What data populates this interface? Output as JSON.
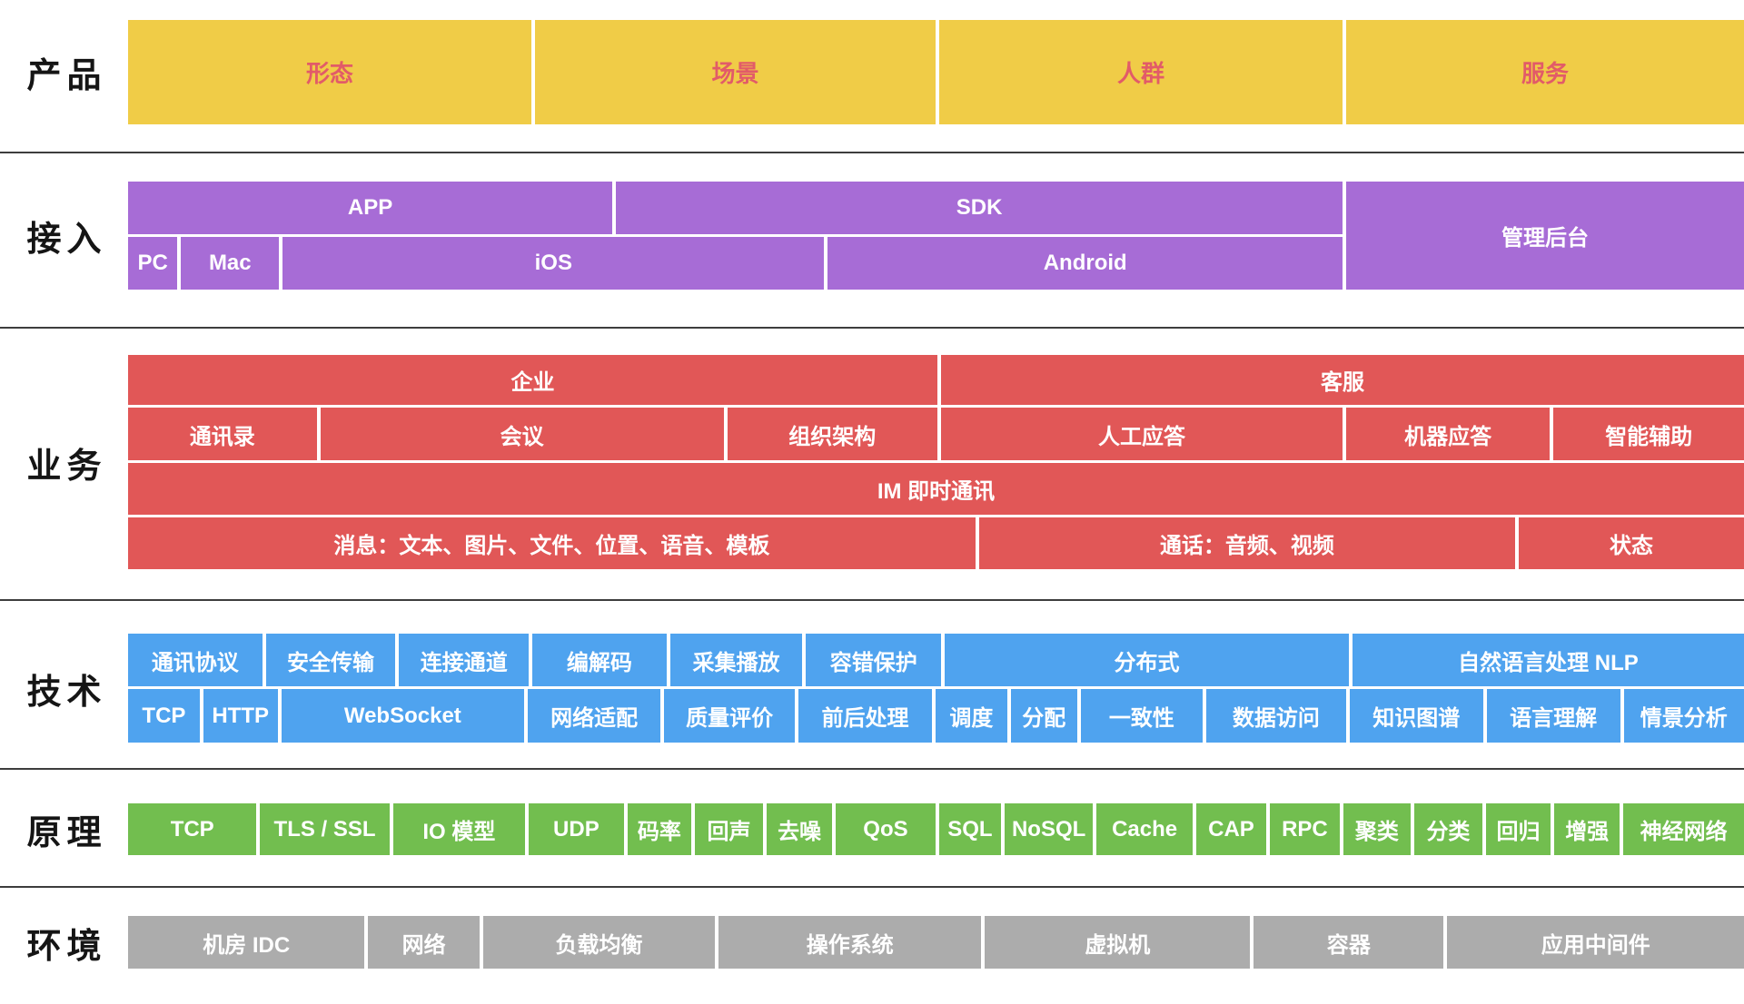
{
  "section_labels": {
    "product": "产品",
    "access": "接入",
    "business": "业务",
    "technology": "技术",
    "principle": "原理",
    "environment": "环境"
  },
  "product": {
    "cells": [
      "形态",
      "场景",
      "人群",
      "服务"
    ]
  },
  "access": {
    "app": "APP",
    "sdk": "SDK",
    "admin": "管理后台",
    "pc": "PC",
    "mac": "Mac",
    "ios": "iOS",
    "android": "Android"
  },
  "business": {
    "row1": [
      "企业",
      "客服"
    ],
    "row2": [
      "通讯录",
      "会议",
      "组织架构",
      "人工应答",
      "机器应答",
      "智能辅助"
    ],
    "im": "IM 即时通讯",
    "row4": [
      "消息：文本、图片、文件、位置、语音、模板",
      "通话：音频、视频",
      "状态"
    ]
  },
  "technology": {
    "row1": [
      "通讯协议",
      "安全传输",
      "连接通道",
      "编解码",
      "采集播放",
      "容错保护",
      "分布式",
      "自然语言处理 NLP"
    ],
    "row2": [
      "TCP",
      "HTTP",
      "WebSocket",
      "网络适配",
      "质量评价",
      "前后处理",
      "调度",
      "分配",
      "一致性",
      "数据访问",
      "知识图谱",
      "语言理解",
      "情景分析"
    ]
  },
  "principle": {
    "cells": [
      "TCP",
      "TLS / SSL",
      "IO 模型",
      "UDP",
      "码率",
      "回声",
      "去噪",
      "QoS",
      "SQL",
      "NoSQL",
      "Cache",
      "CAP",
      "RPC",
      "聚类",
      "分类",
      "回归",
      "增强",
      "神经网络"
    ]
  },
  "environment": {
    "cells": [
      "机房 IDC",
      "网络",
      "负载均衡",
      "操作系统",
      "虚拟机",
      "容器",
      "应用中间件"
    ]
  },
  "colors": {
    "product_fill": "#F0CC47",
    "product_text": "#E25B68",
    "access_fill": "#A76CD6",
    "business_fill": "#E15757",
    "technology_fill": "#4FA3EF",
    "principle_fill": "#72BE4F",
    "environment_fill": "#ACACAC",
    "separator": "#3D3D3D",
    "cell_text": "#FFFFFF",
    "label_text": "#151515"
  }
}
